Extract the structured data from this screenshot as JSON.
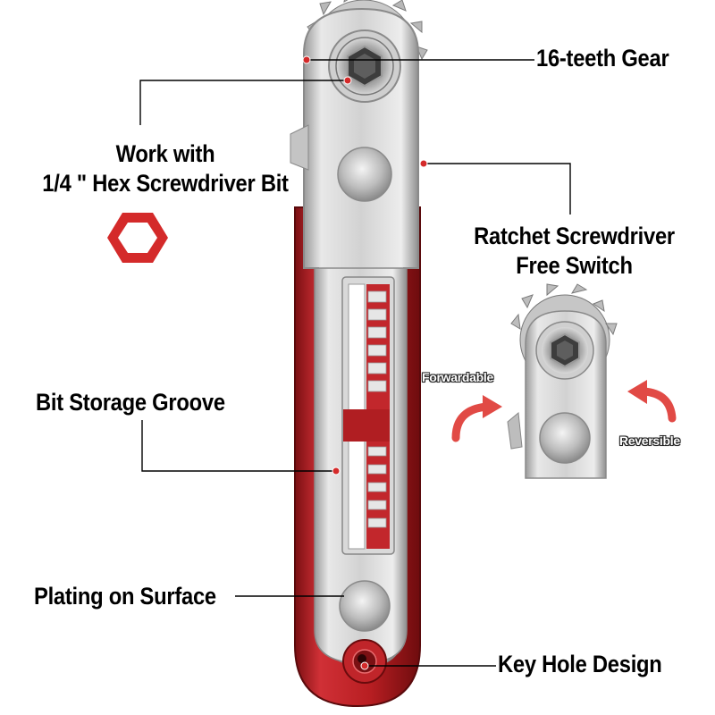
{
  "labels": {
    "gear": "16-teeth Gear",
    "work_line1": "Work with",
    "work_line2": "1/4 \" Hex Screwdriver Bit",
    "ratchet_line1": "Ratchet Screwdriver",
    "ratchet_line2": "Free Switch",
    "storage": "Bit Storage Groove",
    "plating": "Plating on Surface",
    "keyhole": "Key Hole Design",
    "forward": "Forwardable",
    "reverse": "Reversible"
  },
  "colors": {
    "accent_red": "#d42a2a",
    "handle_red": "#b81e22",
    "steel": "#d6d6d6",
    "background": "#ffffff"
  },
  "icons": [
    "hexagon-icon",
    "forward-arrow-icon",
    "reverse-arrow-icon"
  ]
}
